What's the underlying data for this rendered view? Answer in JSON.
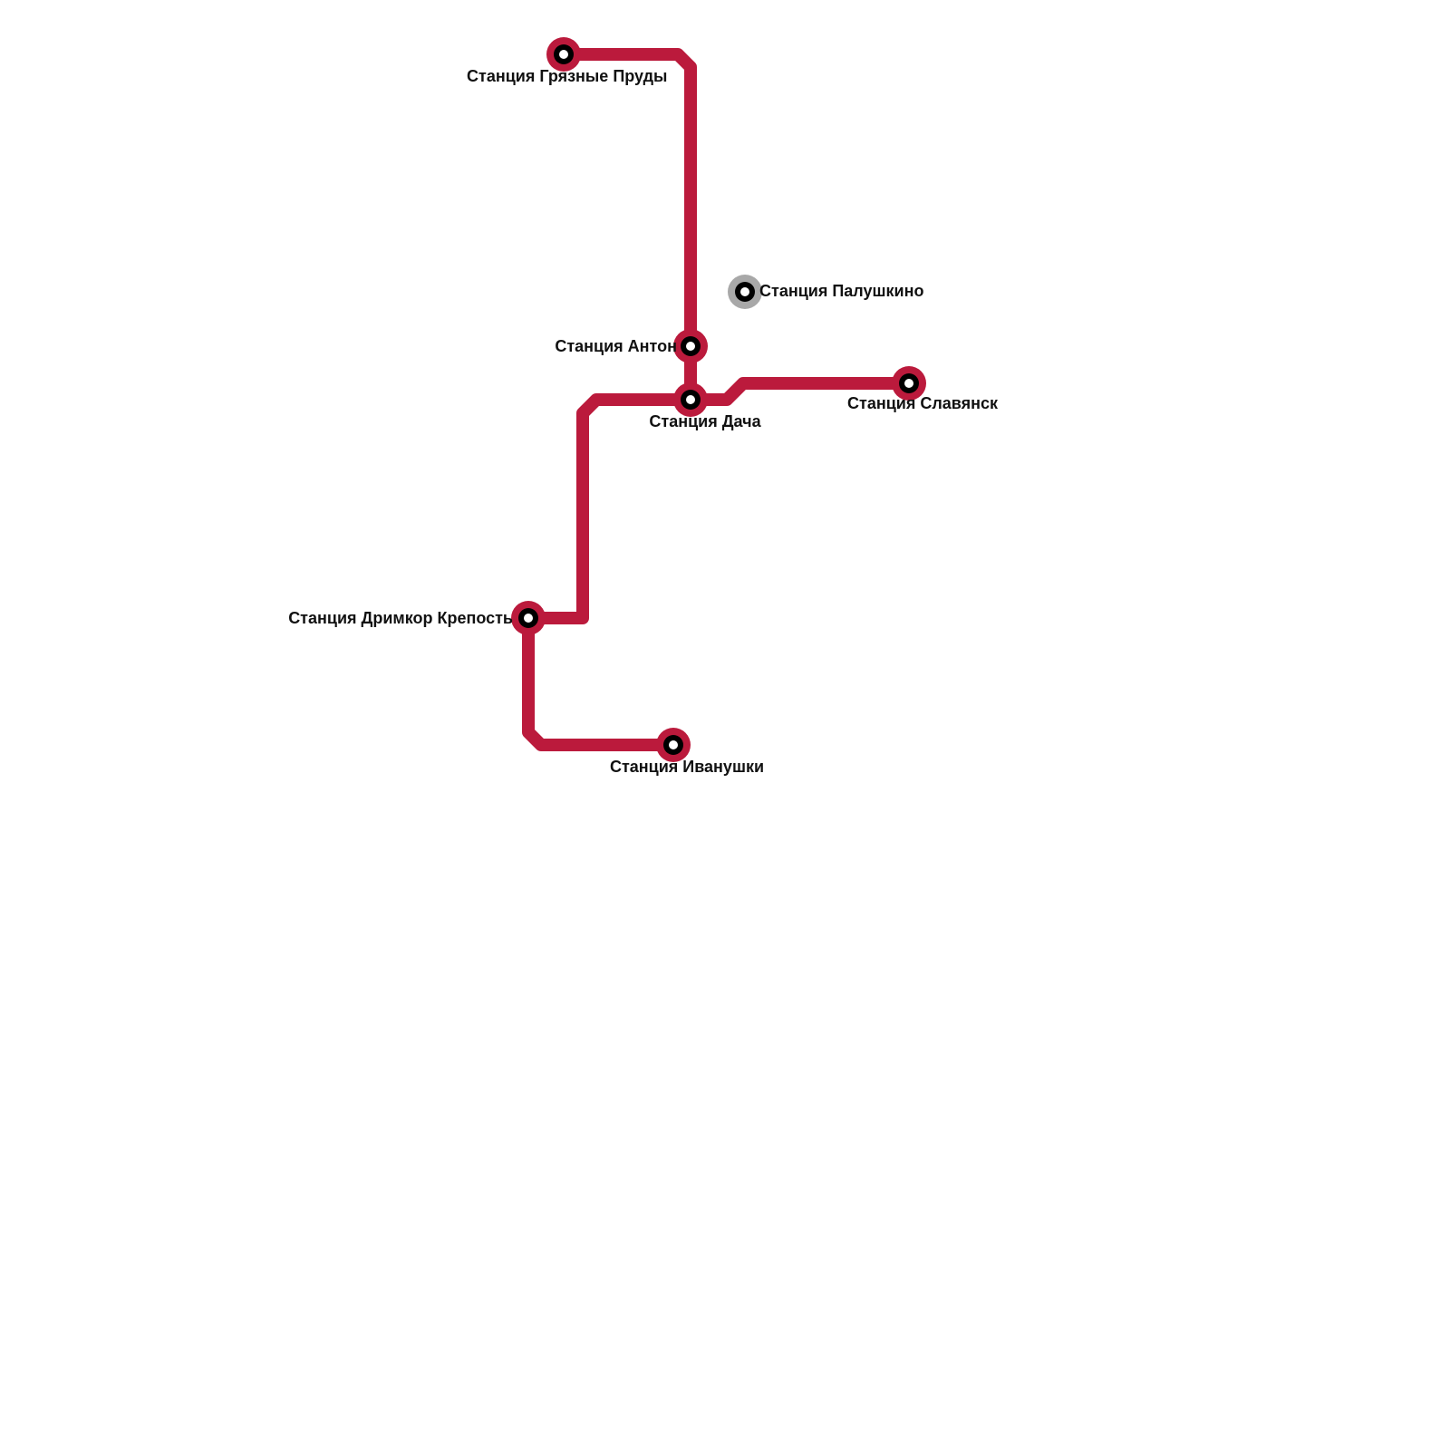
{
  "map": {
    "line_color": "#bb1a3c",
    "inactive_color": "#a8a8a8",
    "station_core_color": "#000000",
    "station_center_color": "#ffffff",
    "stations": [
      {
        "id": "gryaznye-prudy",
        "name": "Станция Грязные Пруды",
        "active": true
      },
      {
        "id": "anton",
        "name": "Станция Антон",
        "active": true
      },
      {
        "id": "dacha",
        "name": "Станция Дача",
        "active": true
      },
      {
        "id": "slavyansk",
        "name": "Станция Славянск",
        "active": true
      },
      {
        "id": "palushkino",
        "name": "Станция Палушкино",
        "active": false
      },
      {
        "id": "dreamkor",
        "name": "Станция Дримкор Крепость",
        "active": true
      },
      {
        "id": "ivanushki",
        "name": "Станция Иванушки",
        "active": true
      }
    ]
  }
}
